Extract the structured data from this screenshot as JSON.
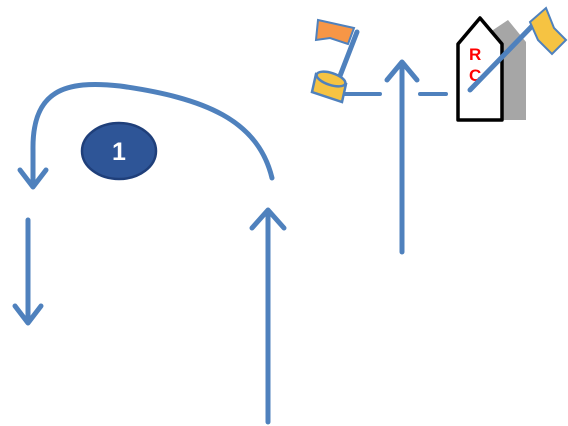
{
  "legs": {
    "mark_number": "1"
  },
  "committee_boat": {
    "letter_top": "R",
    "letter_bottom": "C"
  },
  "colors": {
    "course_line": "#4f81bd",
    "mark_fill": "#2e5597",
    "mark_outline": "#1f3f7a",
    "flag_orange": "#f79646",
    "flag_yellow": "#f6c342",
    "boat_hull": "#ffffff",
    "boat_outline": "#000000",
    "boat_shadow": "#a6a6a6",
    "boat_text": "#ff0000"
  },
  "icons": {
    "pin_end_flag": "orange-flag-icon",
    "pin_end_buoy": "yellow-buoy-icon",
    "committee_flag": "yellow-flag-icon",
    "committee_boat": "committee-boat-icon",
    "windward_mark": "numbered-mark-icon"
  }
}
